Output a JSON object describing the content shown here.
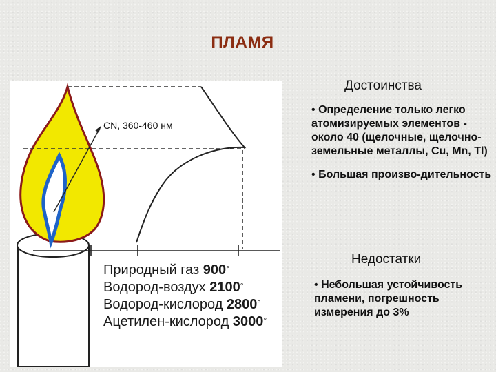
{
  "title": "ПЛАМЯ",
  "flame_label": "CN, 360-460 нм",
  "temperatures": [
    {
      "name": "Природный газ",
      "value": "900"
    },
    {
      "name": "Водород-воздух",
      "value": "2100"
    },
    {
      "name": "Водород-кислород",
      "value": "2800"
    },
    {
      "name": "Ацетилен-кислород",
      "value": "3000"
    }
  ],
  "degree_sign": "°",
  "advantages": {
    "heading": "Достоинства",
    "items": [
      "Определение только легко атомизируемых элементов - около 40 (щелочные, щелочно-земельные металлы, Cu, Mn, Tl)",
      "Большая произво-дительность"
    ]
  },
  "disadvantages": {
    "heading": "Недостатки",
    "items": [
      "Небольшая устойчивость пламени, погрешность измерения до 3%"
    ]
  },
  "bullet_symbol": "•",
  "colors": {
    "title": "#8b2d12",
    "flame_outer": "#f2e800",
    "flame_edge": "#8b1a1a",
    "flame_inner": "#1e63c8"
  }
}
